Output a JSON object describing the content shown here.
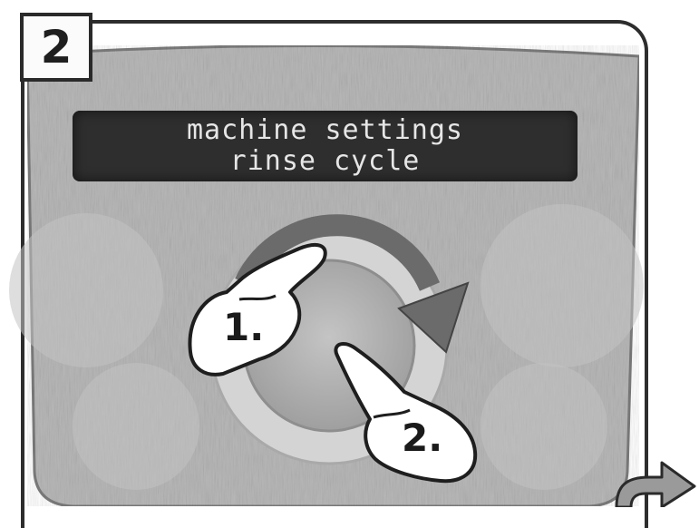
{
  "panel": {
    "step_number": "2",
    "display": {
      "line1": "machine settings",
      "line2": "rinse cycle"
    },
    "instructions": {
      "step1_label": "1.",
      "step2_label": "2."
    },
    "icons": [
      "rotary-dial-icon",
      "rotation-arrow-icon",
      "pointing-hand-icon",
      "next-arrow-icon"
    ],
    "colors": {
      "panel": "#b9b9b9",
      "display": "#2e2e2e",
      "display_text": "#e6e6e6",
      "dial_ring": "#d2d2d2",
      "arrow": "#6a6a6a",
      "border": "#2d2d2d"
    }
  }
}
